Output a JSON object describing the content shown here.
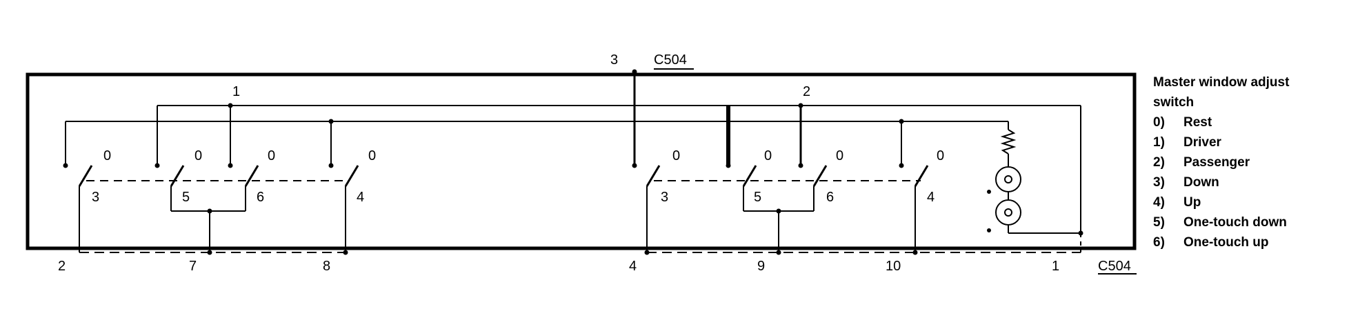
{
  "connector_top": {
    "pin": "3",
    "name": "C504"
  },
  "connector_bottom": {
    "name": "C504"
  },
  "buses": [
    {
      "label": "1"
    },
    {
      "label": "2"
    }
  ],
  "bottom_pins": [
    "2",
    "7",
    "8",
    "4",
    "9",
    "10",
    "1"
  ],
  "switch_pos_label": "0",
  "left_group_pos": [
    "3",
    "5",
    "6",
    "4"
  ],
  "right_group_pos": [
    "3",
    "5",
    "6",
    "4"
  ],
  "legend": {
    "title": "Master window adjust switch",
    "items": [
      {
        "num": "0)",
        "text": "Rest"
      },
      {
        "num": "1)",
        "text": "Driver"
      },
      {
        "num": "2)",
        "text": "Passenger"
      },
      {
        "num": "3)",
        "text": "Down"
      },
      {
        "num": "4)",
        "text": "Up"
      },
      {
        "num": "5)",
        "text": "One-touch down"
      },
      {
        "num": "6)",
        "text": "One-touch up"
      }
    ]
  }
}
